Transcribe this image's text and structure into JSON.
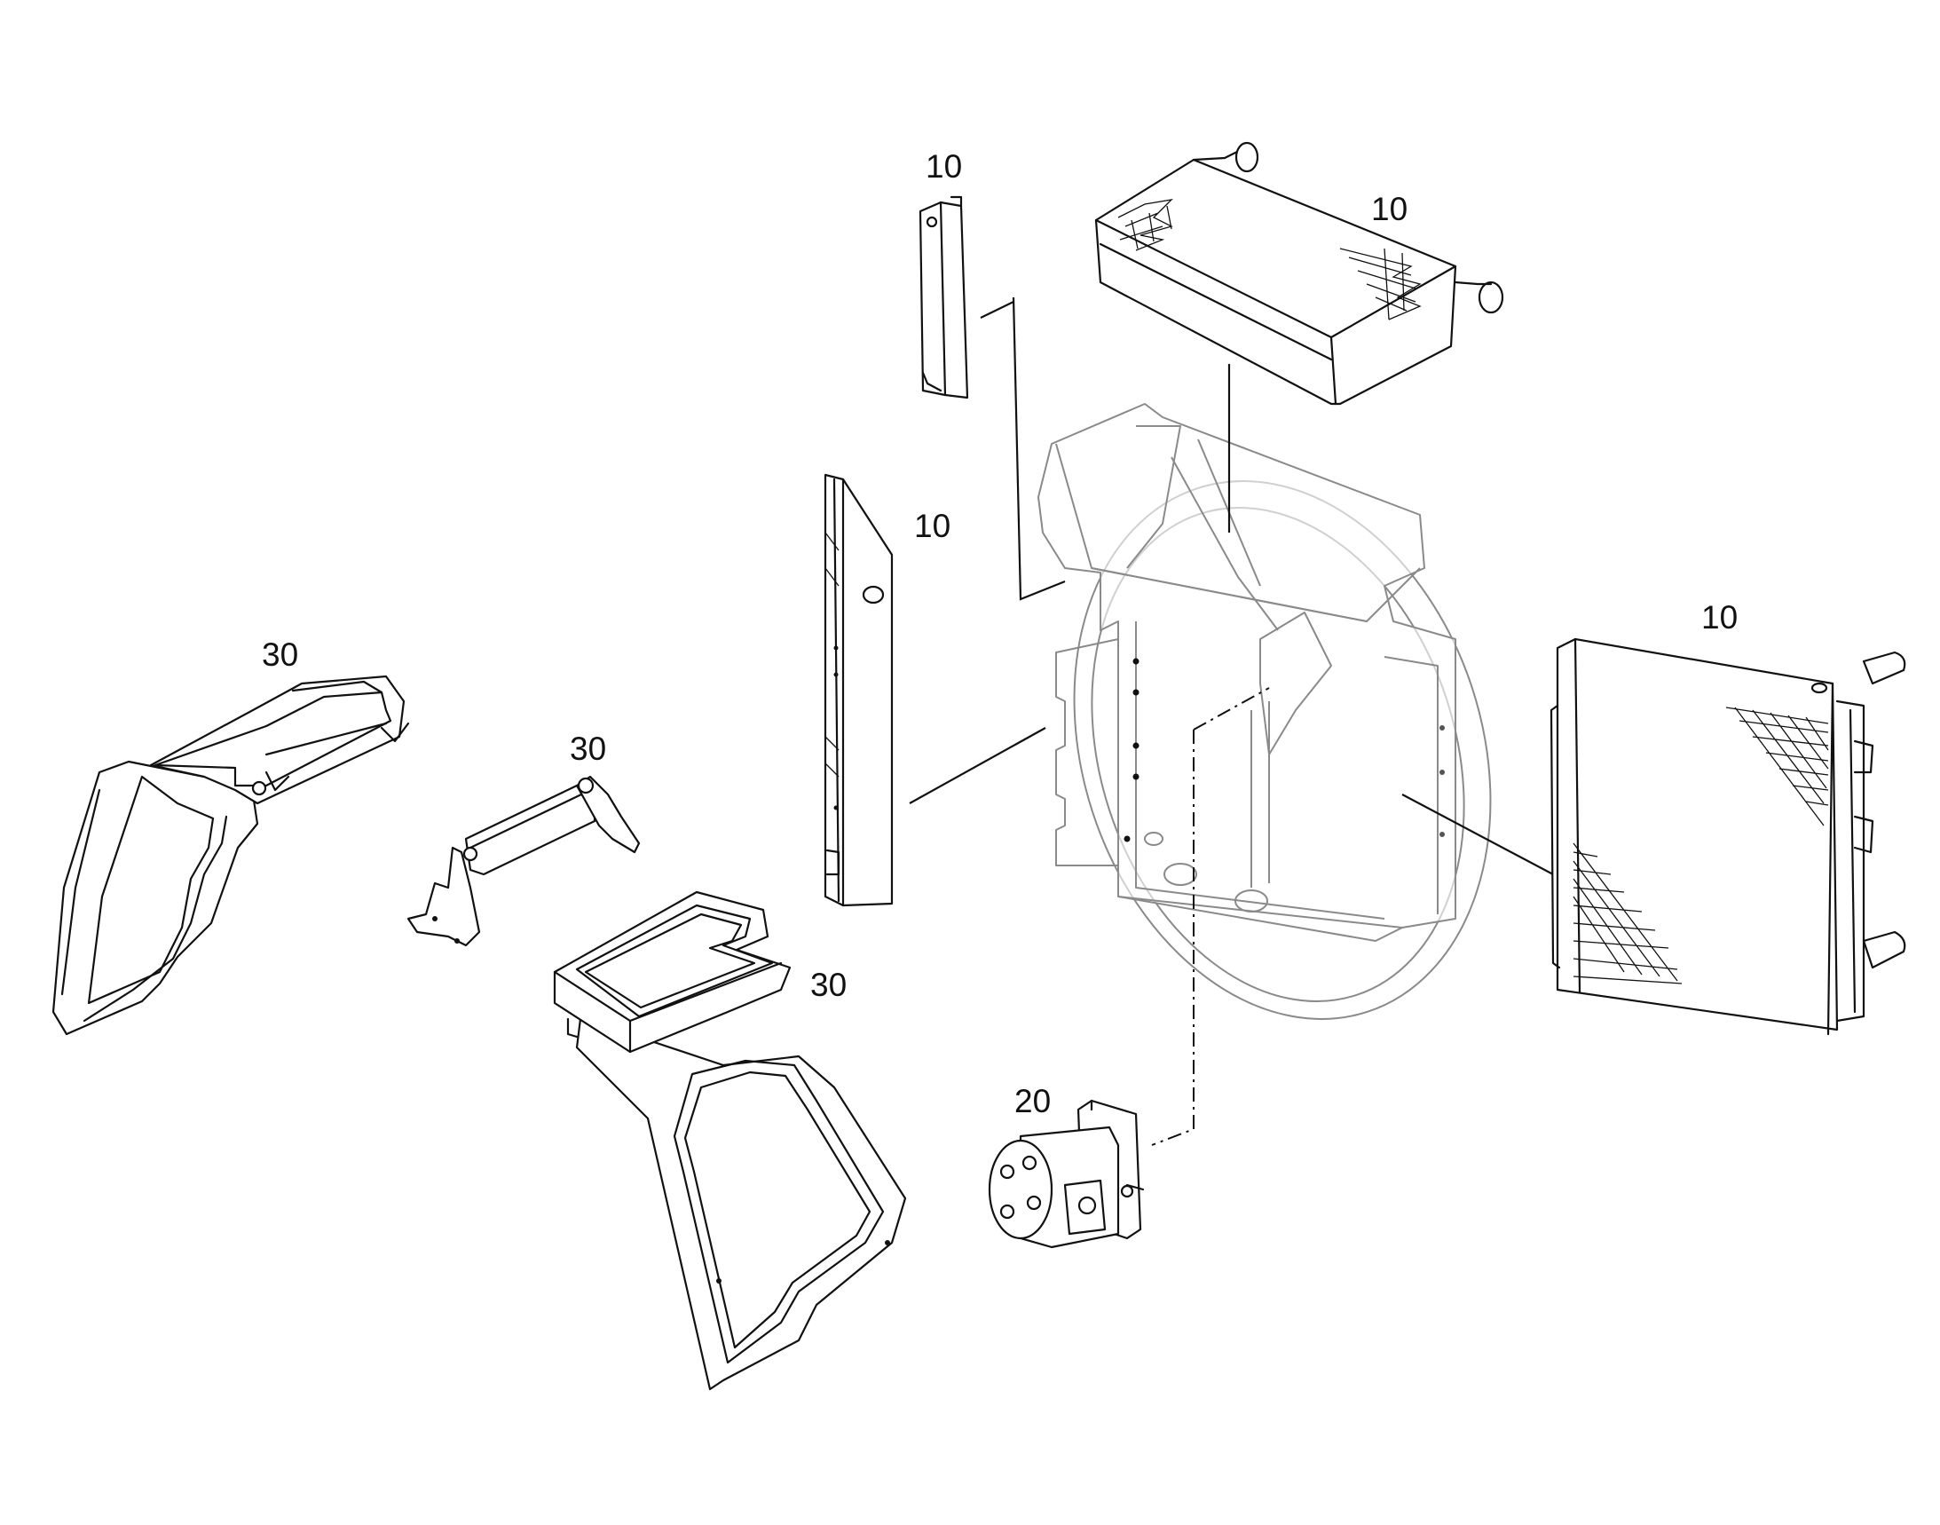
{
  "diagram": {
    "callouts": [
      {
        "id": "c1",
        "label": "10"
      },
      {
        "id": "c2",
        "label": "10"
      },
      {
        "id": "c3",
        "label": "10"
      },
      {
        "id": "c4",
        "label": "10"
      },
      {
        "id": "c5",
        "label": "30"
      },
      {
        "id": "c6",
        "label": "30"
      },
      {
        "id": "c7",
        "label": "30"
      },
      {
        "id": "c8",
        "label": "20"
      }
    ],
    "parts": [
      {
        "name": "oil-cooler-plate",
        "callout": "10"
      },
      {
        "name": "charge-air-cooler",
        "callout": "10"
      },
      {
        "name": "condenser",
        "callout": "10"
      },
      {
        "name": "radiator",
        "callout": "10"
      },
      {
        "name": "fan-shroud-frame",
        "callout": ""
      },
      {
        "name": "hydraulic-pump",
        "callout": "20"
      },
      {
        "name": "left-air-duct",
        "callout": "30"
      },
      {
        "name": "support-bracket",
        "callout": "30"
      },
      {
        "name": "right-air-duct",
        "callout": "30"
      }
    ]
  }
}
